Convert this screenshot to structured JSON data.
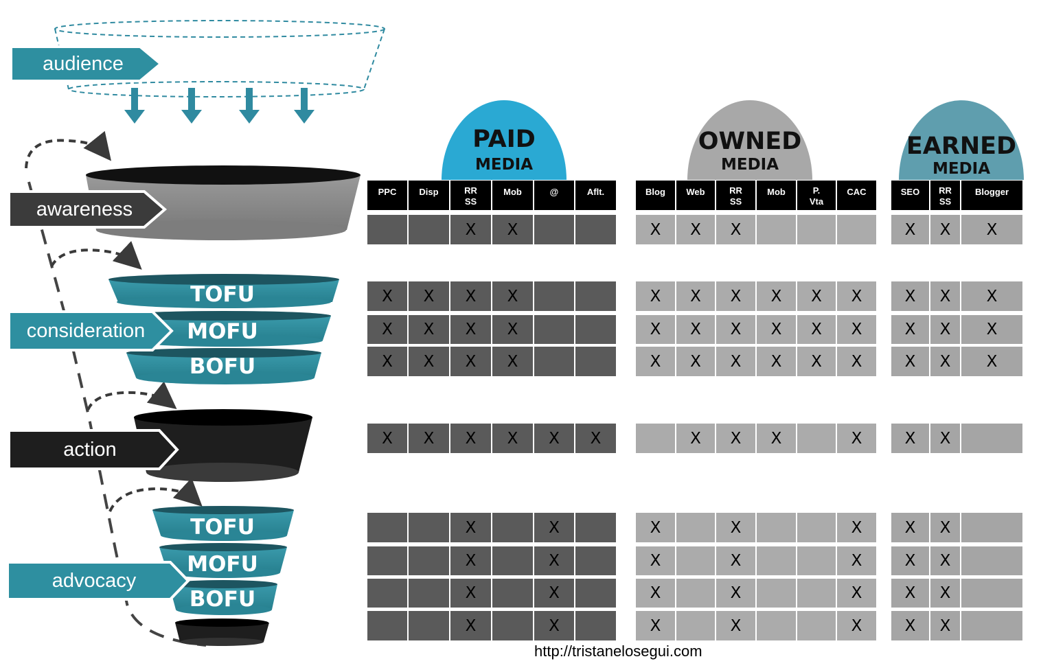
{
  "stages": {
    "audience": "audience",
    "awareness": "awareness",
    "consideration": "consideration",
    "action": "action",
    "advocacy": "advocacy"
  },
  "funnel": {
    "consideration": [
      "TOFU",
      "MOFU",
      "BOFU"
    ],
    "advocacy": [
      "TOFU",
      "MOFU",
      "BOFU"
    ]
  },
  "media": {
    "paid": {
      "title": "PAID",
      "subtitle": "MEDIA",
      "color": "#2aa9d3"
    },
    "owned": {
      "title": "OWNED",
      "subtitle": "MEDIA",
      "color": "#a8a8a8"
    },
    "earned": {
      "title": "EARNED",
      "subtitle": "MEDIA",
      "color": "#5f9eae"
    }
  },
  "columns": {
    "paid": [
      "PPC",
      "Disp",
      "RR SS",
      "Mob",
      "@",
      "Aflt."
    ],
    "owned": [
      "Blog",
      "Web",
      "RR SS",
      "Mob",
      "P. Vta",
      "CAC"
    ],
    "earned": [
      "SEO",
      "RR SS",
      "Blogger"
    ]
  },
  "matrix": {
    "paid": [
      [
        "",
        "",
        "X",
        "X",
        "",
        ""
      ],
      [
        "X",
        "X",
        "X",
        "X",
        "",
        ""
      ],
      [
        "X",
        "X",
        "X",
        "X",
        "",
        ""
      ],
      [
        "X",
        "X",
        "X",
        "X",
        "",
        ""
      ],
      [
        "X",
        "X",
        "X",
        "X",
        "X",
        "X"
      ],
      [
        "",
        "",
        "X",
        "",
        "X",
        ""
      ],
      [
        "",
        "",
        "X",
        "",
        "X",
        ""
      ],
      [
        "",
        "",
        "X",
        "",
        "X",
        ""
      ],
      [
        "",
        "",
        "X",
        "",
        "X",
        ""
      ]
    ],
    "owned": [
      [
        "X",
        "X",
        "X",
        "",
        "",
        ""
      ],
      [
        "X",
        "X",
        "X",
        "X",
        "X",
        "X"
      ],
      [
        "X",
        "X",
        "X",
        "X",
        "X",
        "X"
      ],
      [
        "X",
        "X",
        "X",
        "X",
        "X",
        "X"
      ],
      [
        "",
        "X",
        "X",
        "X",
        "",
        "X"
      ],
      [
        "X",
        "",
        "X",
        "",
        "",
        "X"
      ],
      [
        "X",
        "",
        "X",
        "",
        "",
        "X"
      ],
      [
        "X",
        "",
        "X",
        "",
        "",
        "X"
      ],
      [
        "X",
        "",
        "X",
        "",
        "",
        "X"
      ]
    ],
    "earned": [
      [
        "X",
        "X",
        "X"
      ],
      [
        "X",
        "X",
        "X"
      ],
      [
        "X",
        "X",
        "X"
      ],
      [
        "X",
        "X",
        "X"
      ],
      [
        "X",
        "X",
        ""
      ],
      [
        "X",
        "X",
        ""
      ],
      [
        "X",
        "X",
        ""
      ],
      [
        "X",
        "X",
        ""
      ],
      [
        "X",
        "X",
        ""
      ]
    ]
  },
  "colors": {
    "teal": "#2e8fa0",
    "dark_teal": "#1d6572",
    "awareness_gray": "#8a8a8a",
    "action_black": "#1e1e1e",
    "paid_cell": "#5a5a5a",
    "owned_cell": "#ababab",
    "earned_cell": "#a5a5a5",
    "arrow": "#2f8aa0"
  },
  "footer": {
    "url": "http://tristanelosegui.com"
  }
}
